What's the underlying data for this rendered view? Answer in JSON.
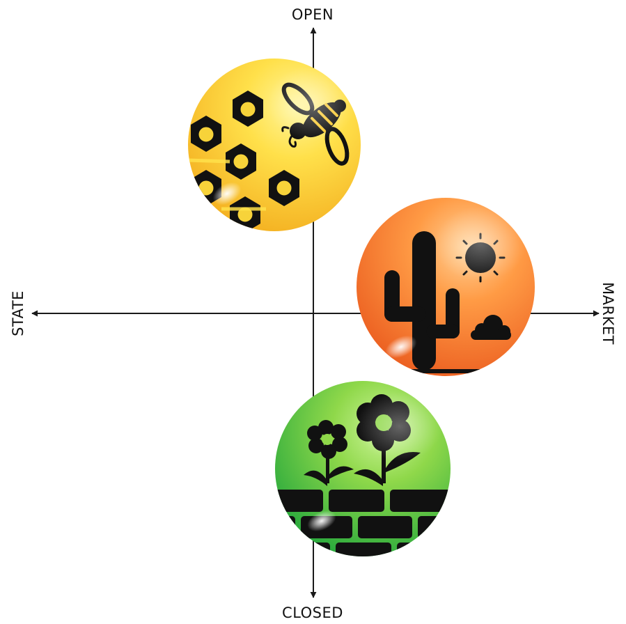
{
  "axes": {
    "top_label": "OPEN",
    "bottom_label": "CLOSED",
    "left_label": "STATE",
    "right_label": "MARKET",
    "line_color": "#1a1a1a"
  },
  "spheres": [
    {
      "name": "beehive",
      "motif": "bee-and-honeycomb",
      "quadrant": "open-state",
      "color_light": "#ffe45c",
      "color_dark": "#f3b21a"
    },
    {
      "name": "desert",
      "motif": "cactus-sun-cloud",
      "quadrant": "market",
      "color_light": "#ffb45a",
      "color_dark": "#ec5f1c"
    },
    {
      "name": "walled-garden",
      "motif": "flowers-and-brick-wall",
      "quadrant": "closed",
      "color_light": "#9be44d",
      "color_dark": "#1fa63a"
    }
  ]
}
